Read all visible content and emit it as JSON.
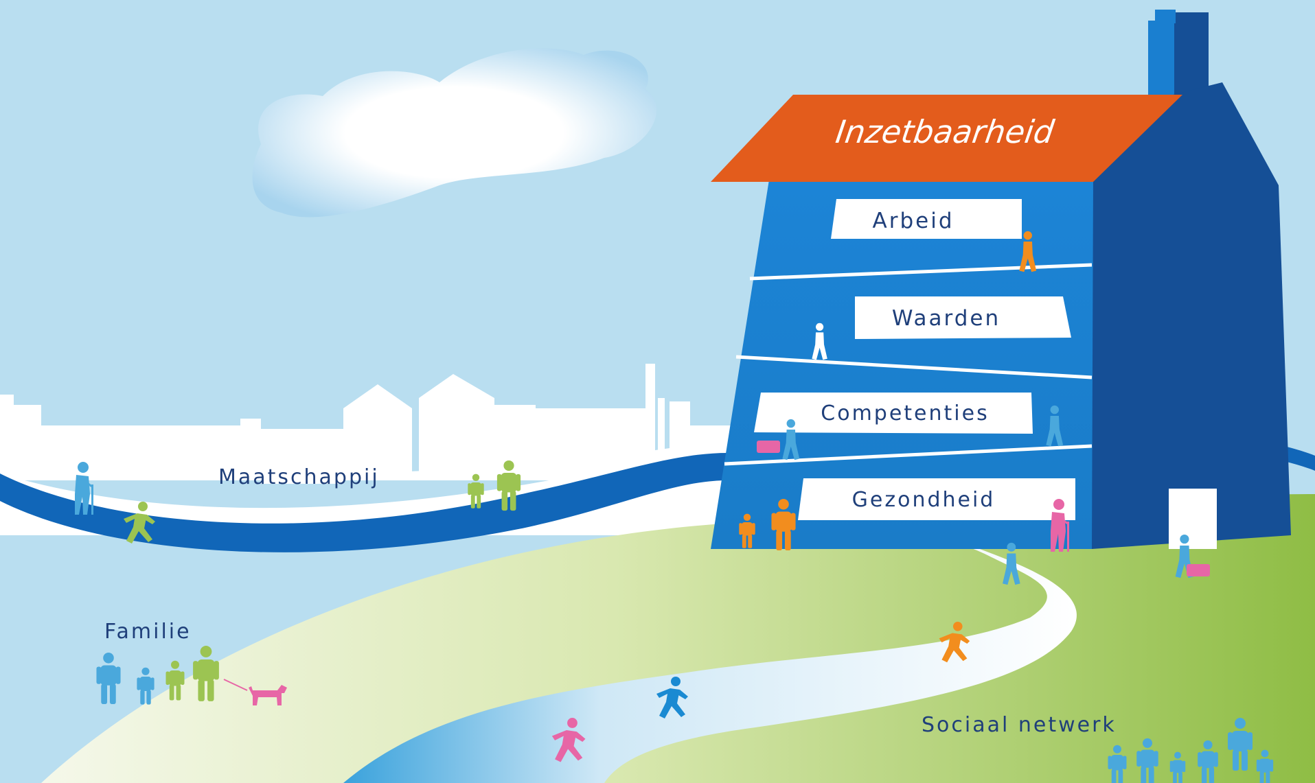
{
  "house": {
    "roof_label": "Inzetbaarheid",
    "floors": [
      {
        "label": "Arbeid"
      },
      {
        "label": "Waarden"
      },
      {
        "label": "Competenties"
      },
      {
        "label": "Gezondheid"
      }
    ]
  },
  "context_labels": {
    "society": "Maatschappij",
    "family": "Familie",
    "social": "Sociaal netwerk"
  },
  "colors": {
    "sky": "#b9def0",
    "roof": "#e35c1c",
    "house_front": "#1a7fd0",
    "house_side": "#154f96",
    "label_text": "#1f3f7a",
    "river": "#1166b8",
    "grass": "#9cc452",
    "person_blue": "#4aa8dc",
    "person_green": "#9cc452",
    "person_orange": "#f28d1e",
    "person_pink": "#e766a6"
  },
  "icons": {
    "cloud": "cloud-icon",
    "skyline": "city-skyline-icon",
    "person": "person-icon",
    "dog": "dog-icon",
    "briefcase": "briefcase-icon"
  }
}
